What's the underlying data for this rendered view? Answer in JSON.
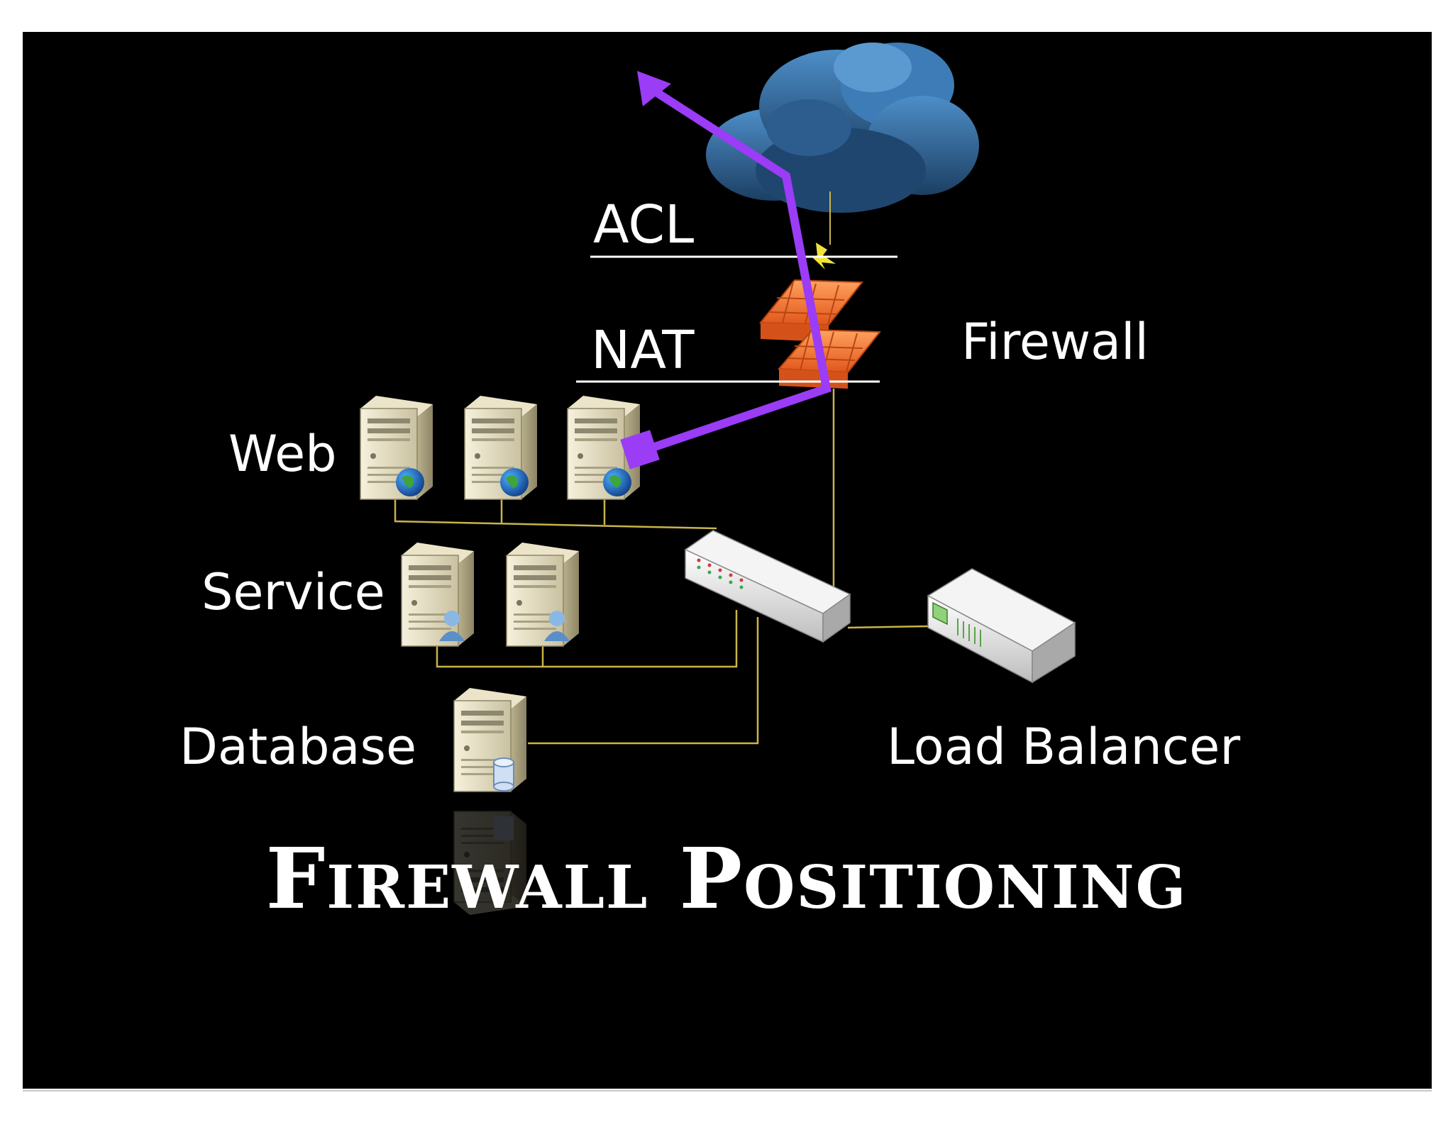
{
  "labels": {
    "acl": "ACL",
    "nat": "NAT",
    "firewall": "Firewall",
    "web": "Web",
    "service": "Service",
    "database": "Database",
    "load_balancer": "Load Balancer"
  },
  "title": "Firewall Positioning",
  "colors": {
    "background": "#000000",
    "path": "#9b3cf6",
    "wire": "#c9b44a",
    "cloud": "#3f7fb8",
    "firewall": "#f07a2f"
  },
  "icons": {
    "cloud": "cloud-icon",
    "firewall": "firewall-brick-icon",
    "web_server": "web-server-icon",
    "service_server": "service-server-icon",
    "database_server": "database-server-icon",
    "switch": "network-switch-icon",
    "load_balancer": "load-balancer-icon"
  }
}
